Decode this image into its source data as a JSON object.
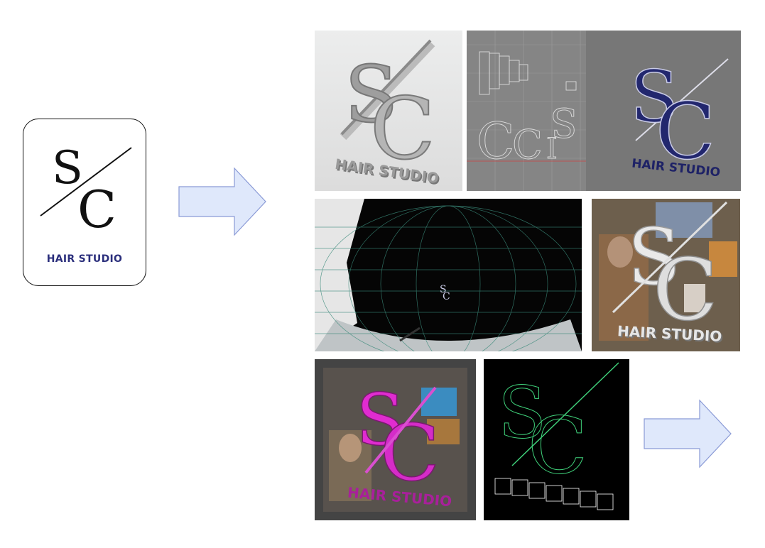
{
  "logo": {
    "monogram_left": "S",
    "monogram_right": "C",
    "caption": "HAIR STUDIO"
  },
  "renders": [
    {
      "name": "render-grey-3d",
      "caption": "HAIR STUDIO"
    },
    {
      "name": "render-wireframe-viewport",
      "caption": ""
    },
    {
      "name": "render-navy-3d",
      "caption": "HAIR STUDIO"
    },
    {
      "name": "render-sphere-scene",
      "caption": ""
    },
    {
      "name": "render-painting-studio-white",
      "caption": "HAIR STUDIO"
    },
    {
      "name": "render-magenta-3d",
      "caption": "HAIR STUDIO"
    },
    {
      "name": "render-green-wireframe",
      "caption": ""
    }
  ],
  "colors": {
    "brand_navy": "#2b2f7c",
    "arrow_fill": "#dfe8fb",
    "arrow_stroke": "#8a9ad6",
    "magenta": "#e02cd0",
    "wire_green": "#3fd07a"
  },
  "icons": [
    "right-arrow-icon",
    "right-arrow-icon"
  ]
}
